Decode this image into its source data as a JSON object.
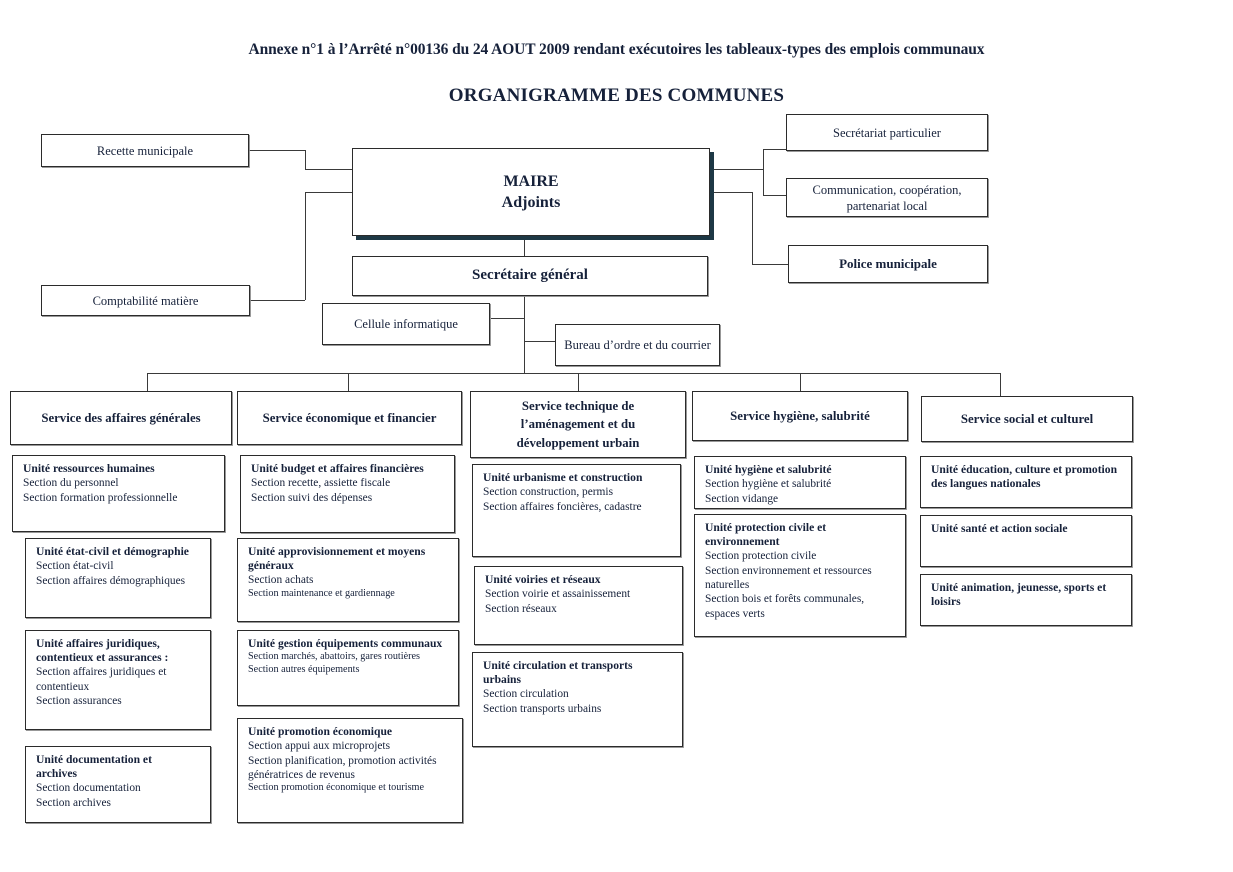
{
  "header": {
    "annex_line": "Annexe n°1 à l’Arrêté n°00136 du 24 AOUT 2009 rendant exécutoires les tableaux-types des emplois communaux",
    "chart_title": "ORGANIGRAMME DES COMMUNES"
  },
  "colors": {
    "text": "#16213a",
    "box_border": "#2b2b2b",
    "box_shadow": "#8d8d8d",
    "maire_shadow": "#1d3845",
    "connector": "#3a3a3a",
    "background": "#ffffff"
  },
  "top": {
    "maire_line1": "MAIRE",
    "maire_line2": "Adjoints",
    "secretaire_general": "Secrétaire général",
    "recette_municipale": "Recette municipale",
    "comptabilite_matiere": "Comptabilité matière",
    "secretariat_particulier": "Secrétariat particulier",
    "communication_line1": "Communication, coopération,",
    "communication_line2": "partenariat local",
    "police_municipale": "Police municipale",
    "cellule_informatique": "Cellule informatique",
    "bureau_ordre": "Bureau d’ordre et du courrier"
  },
  "services": [
    {
      "id": "affaires-generales",
      "title_lines": [
        "Service des affaires générales"
      ],
      "units": [
        {
          "title_lines": [
            "Unité ressources humaines"
          ],
          "sections": [
            "Section du personnel",
            "Section formation professionnelle"
          ]
        },
        {
          "title_lines": [
            "Unité état-civil et démographie"
          ],
          "sections": [
            "Section état-civil",
            "Section affaires démographiques"
          ]
        },
        {
          "title_lines": [
            "Unité affaires juridiques,",
            "contentieux et assurances :"
          ],
          "sections": [
            "Section affaires juridiques et contentieux",
            "Section assurances"
          ]
        },
        {
          "title_lines": [
            "Unité documentation et",
            "archives"
          ],
          "sections": [
            "Section documentation",
            "Section archives"
          ]
        }
      ]
    },
    {
      "id": "economique-financier",
      "title_lines": [
        "Service économique et financier"
      ],
      "units": [
        {
          "title_lines": [
            "Unité budget et affaires financières"
          ],
          "sections": [
            "Section recette, assiette fiscale",
            "Section suivi des dépenses"
          ]
        },
        {
          "title_lines": [
            "Unité approvisionnement et moyens",
            "généraux"
          ],
          "sections": [
            "Section achats"
          ],
          "sections_small": [
            "Section maintenance et gardiennage"
          ]
        },
        {
          "title_lines": [
            "Unité gestion équipements communaux"
          ],
          "sections_small": [
            "Section marchés, abattoirs, gares routières",
            "Section autres équipements"
          ]
        },
        {
          "title_lines": [
            "Unité promotion économique"
          ],
          "sections": [
            "Section appui aux microprojets",
            "Section planification, promotion activités",
            "génératrices de revenus"
          ],
          "sections_small": [
            "Section promotion économique et tourisme"
          ]
        }
      ]
    },
    {
      "id": "technique",
      "title_lines": [
        "Service technique de",
        "l’aménagement et du",
        "développement urbain"
      ],
      "units": [
        {
          "title_lines": [
            "Unité urbanisme et construction"
          ],
          "sections": [
            "Section construction, permis",
            "Section affaires foncières, cadastre"
          ]
        },
        {
          "title_lines": [
            "Unité voiries et réseaux"
          ],
          "sections": [
            "Section voirie et assainissement",
            "Section réseaux"
          ]
        },
        {
          "title_lines": [
            "Unité circulation et transports",
            "urbains"
          ],
          "sections": [
            "Section circulation",
            "Section transports urbains"
          ]
        }
      ]
    },
    {
      "id": "hygiene-salubrite",
      "title_lines": [
        "Service hygiène, salubrité"
      ],
      "units": [
        {
          "title_lines": [
            "Unité hygiène et salubrité"
          ],
          "sections": [
            "Section hygiène et salubrité",
            "Section vidange"
          ]
        },
        {
          "title_lines": [
            "Unité protection civile et",
            "environnement"
          ],
          "sections": [
            "Section protection civile",
            "Section environnement et ressources",
            "naturelles",
            "Section bois et forêts communales,",
            "espaces verts"
          ]
        }
      ]
    },
    {
      "id": "social-culturel",
      "title_lines": [
        "Service social et culturel"
      ],
      "units": [
        {
          "title_lines": [
            "Unité éducation, culture et promotion",
            "des langues nationales"
          ],
          "sections": []
        },
        {
          "title_lines": [
            "Unité santé et action sociale"
          ],
          "sections": []
        },
        {
          "title_lines": [
            "Unité animation, jeunesse, sports et",
            "loisirs"
          ],
          "sections": []
        }
      ]
    }
  ]
}
